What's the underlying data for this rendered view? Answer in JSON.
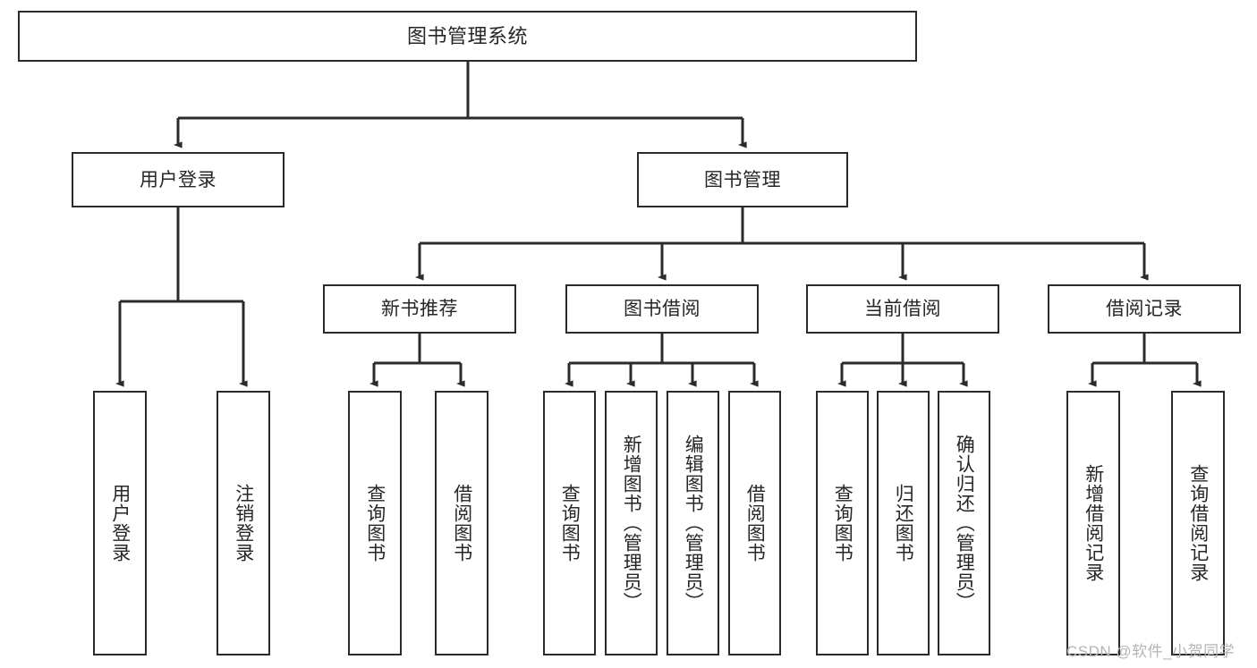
{
  "diagram": {
    "type": "tree-hierarchy-diagram",
    "title": "图书管理系统",
    "watermark": "CSDN @软件_小贺同学",
    "colors": {
      "stroke": "#2b2b2b",
      "background": "#ffffff",
      "text": "#262626",
      "watermark": "#b4b4b4"
    },
    "nodes": {
      "root": {
        "label": "图书管理系统",
        "level": 1,
        "orientation": "horizontal"
      },
      "user_login": {
        "label": "用户登录",
        "level": 2,
        "orientation": "horizontal"
      },
      "book_manage": {
        "label": "图书管理",
        "level": 2,
        "orientation": "horizontal"
      },
      "new_book_rec": {
        "label": "新书推荐",
        "level": 3,
        "orientation": "horizontal"
      },
      "book_borrow": {
        "label": "图书借阅",
        "level": 3,
        "orientation": "horizontal"
      },
      "current_borrow": {
        "label": "当前借阅",
        "level": 3,
        "orientation": "horizontal"
      },
      "borrow_record": {
        "label": "借阅记录",
        "level": 3,
        "orientation": "horizontal"
      },
      "leaf_user_login": {
        "label": "用户登录",
        "level": 3,
        "orientation": "vertical"
      },
      "leaf_logout": {
        "label": "注销登录",
        "level": 3,
        "orientation": "vertical"
      },
      "leaf_query_book_1": {
        "label": "查询图书",
        "level": 4,
        "orientation": "vertical"
      },
      "leaf_borrow_book_1": {
        "label": "借阅图书",
        "level": 4,
        "orientation": "vertical"
      },
      "leaf_query_book_2": {
        "label": "查询图书",
        "level": 4,
        "orientation": "vertical"
      },
      "leaf_add_book": {
        "label": "新增图书（管理员）",
        "level": 4,
        "orientation": "vertical"
      },
      "leaf_edit_book": {
        "label": "编辑图书（管理员）",
        "level": 4,
        "orientation": "vertical"
      },
      "leaf_borrow_book_2": {
        "label": "借阅图书",
        "level": 4,
        "orientation": "vertical"
      },
      "leaf_query_book_3": {
        "label": "查询图书",
        "level": 4,
        "orientation": "vertical"
      },
      "leaf_return_book": {
        "label": "归还图书",
        "level": 4,
        "orientation": "vertical"
      },
      "leaf_confirm_return": {
        "label": "确认归还（管理员）",
        "level": 4,
        "orientation": "vertical"
      },
      "leaf_add_record": {
        "label": "新增借阅记录",
        "level": 4,
        "orientation": "vertical"
      },
      "leaf_query_record": {
        "label": "查询借阅记录",
        "level": 4,
        "orientation": "vertical"
      }
    },
    "edges": [
      {
        "from": "root",
        "to": "user_login"
      },
      {
        "from": "root",
        "to": "book_manage"
      },
      {
        "from": "user_login",
        "to": "leaf_user_login"
      },
      {
        "from": "user_login",
        "to": "leaf_logout"
      },
      {
        "from": "book_manage",
        "to": "new_book_rec"
      },
      {
        "from": "book_manage",
        "to": "book_borrow"
      },
      {
        "from": "book_manage",
        "to": "current_borrow"
      },
      {
        "from": "book_manage",
        "to": "borrow_record"
      },
      {
        "from": "new_book_rec",
        "to": "leaf_query_book_1"
      },
      {
        "from": "new_book_rec",
        "to": "leaf_borrow_book_1"
      },
      {
        "from": "book_borrow",
        "to": "leaf_query_book_2"
      },
      {
        "from": "book_borrow",
        "to": "leaf_add_book"
      },
      {
        "from": "book_borrow",
        "to": "leaf_edit_book"
      },
      {
        "from": "book_borrow",
        "to": "leaf_borrow_book_2"
      },
      {
        "from": "current_borrow",
        "to": "leaf_query_book_3"
      },
      {
        "from": "current_borrow",
        "to": "leaf_return_book"
      },
      {
        "from": "current_borrow",
        "to": "leaf_confirm_return"
      },
      {
        "from": "borrow_record",
        "to": "leaf_add_record"
      },
      {
        "from": "borrow_record",
        "to": "leaf_query_record"
      }
    ]
  }
}
